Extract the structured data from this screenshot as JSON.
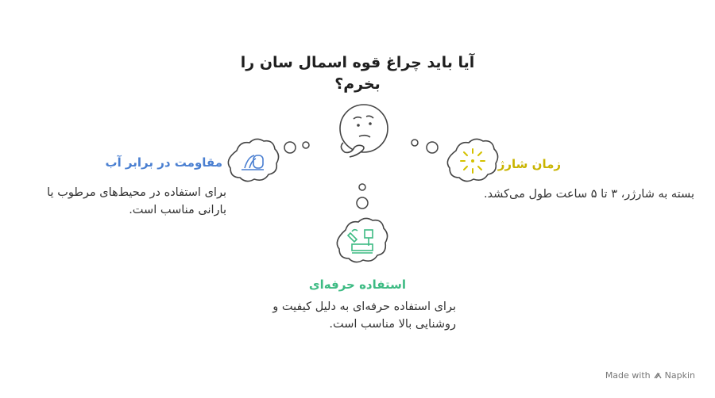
{
  "title": "آیا باید چراغ قوه اسمال سان را بخرم؟",
  "nodes": {
    "water": {
      "heading": "مقاومت در برابر آب",
      "text": "برای استفاده در محیط‌های مرطوب یا بارانی مناسب است.",
      "color": "#4a7fd1",
      "icon": "water-drop-icon"
    },
    "charge": {
      "heading": "زمان شارژ",
      "text": "بسته به شارژر، ۳ تا ۵ ساعت طول می‌کشد.",
      "color": "#c9b400",
      "icon": "sun-icon"
    },
    "professional": {
      "heading": "استفاده حرفه‌ای",
      "text": "برای استفاده حرفه‌ای به دلیل کیفیت و روشنایی بالا مناسب است.",
      "color": "#3dbb83",
      "icon": "tools-icon"
    }
  },
  "center_icon": "thinking-face-icon",
  "footer": {
    "text": "Made with",
    "brand": "Napkin"
  }
}
